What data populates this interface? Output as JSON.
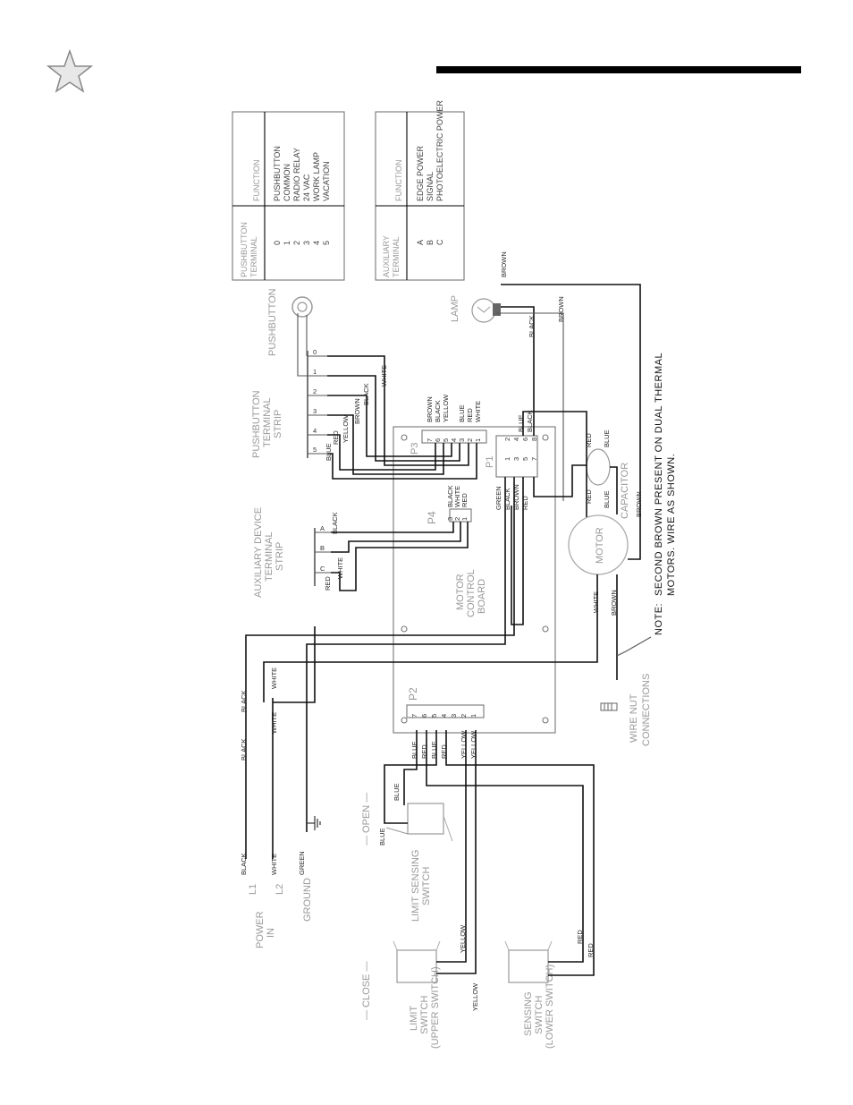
{
  "header": {
    "star_icon": "star-icon"
  },
  "table_pushbutton": {
    "col_terminal": [
      "PUSHBUTTON",
      "TERMINAL"
    ],
    "col_function": "FUNCTION",
    "rows": [
      {
        "terminal": "0",
        "function": "PUSHBUTTON"
      },
      {
        "terminal": "1",
        "function": "COMMON"
      },
      {
        "terminal": "2",
        "function": "RADIO RELAY"
      },
      {
        "terminal": "3",
        "function": "24 VAC"
      },
      {
        "terminal": "4",
        "function": "WORK LAMP"
      },
      {
        "terminal": "5",
        "function": "VACATION"
      }
    ]
  },
  "table_auxiliary": {
    "col_terminal": [
      "AUXILIARY",
      "TERMINAL"
    ],
    "col_function": "FUNCTION",
    "rows": [
      {
        "terminal": "A",
        "function": "EDGE POWER"
      },
      {
        "terminal": "B",
        "function": "SIGNAL"
      },
      {
        "terminal": "C",
        "function": "PHOTOELECTRIC POWER"
      }
    ]
  },
  "labels": {
    "pushbutton": "PUSHBUTTON",
    "lamp": "LAMP",
    "pb_strip": [
      "PUSHBUTTON",
      "TERMINAL",
      "STRIP"
    ],
    "aux_strip": [
      "AUXILIARY DEVICE",
      "TERMINAL",
      "STRIP"
    ],
    "board": [
      "MOTOR",
      "CONTROL",
      "BOARD"
    ],
    "motor": "MOTOR",
    "capacitor": "CAPACITOR",
    "wire_nut": [
      "WIRE NUT",
      "CONNECTIONS"
    ],
    "power_in": [
      "POWER",
      "IN"
    ],
    "ground": "GROUND",
    "l1": "L1",
    "l2": "L2",
    "open": "— OPEN —",
    "close": "— CLOSE —",
    "ls_switch": [
      "LIMIT SENSING",
      "SWITCH"
    ],
    "limit_switch": [
      "LIMIT",
      "SWITCH",
      "(UPPER SWITCH)"
    ],
    "sensing_switch": [
      "SENSING",
      "SWITCH",
      "(LOWER SWITCH)"
    ]
  },
  "connectors": {
    "p3": "P3",
    "p1": "P1",
    "p4": "P4",
    "p2": "P2",
    "pb_terminals": [
      "0",
      "1",
      "2",
      "3",
      "4",
      "5"
    ],
    "aux_terminals": [
      "A",
      "B",
      "C"
    ],
    "p3_pins": [
      "7",
      "6",
      "5",
      "4",
      "3",
      "2",
      "1"
    ],
    "p1_pins_top": [
      "1",
      "3",
      "5",
      "7"
    ],
    "p1_pins_bottom": [
      "2",
      "4",
      "6",
      "8"
    ],
    "p4_pins": [
      "3",
      "2",
      "1"
    ],
    "p2_pins": [
      "7",
      "6",
      "5",
      "4",
      "3",
      "2",
      "1"
    ]
  },
  "wires": {
    "p3_colors": [
      "BROWN",
      "BLACK",
      "YELLOW",
      "BLUE",
      "RED",
      "WHITE"
    ],
    "p4_colors": [
      "BLACK",
      "WHITE",
      "RED"
    ],
    "p1_top_colors": [
      "BLUE",
      "BLACK"
    ],
    "p1_bottom_colors": [
      "GREEN",
      "BLACK",
      "BROWN",
      "RED"
    ],
    "p2_colors": [
      "BLUE",
      "RED",
      "BLUE",
      "RED",
      "YELLOW",
      "YELLOW"
    ],
    "black": "BLACK",
    "white": "WHITE",
    "green": "GREEN",
    "brown": "BROWN",
    "red": "RED",
    "blue": "BLUE",
    "yellow": "YELLOW"
  },
  "note": {
    "prefix": "NOTE:",
    "line1": "SECOND BROWN PRESENT ON DUAL THERMAL",
    "line2": "MOTORS.  WIRE AS SHOWN."
  }
}
